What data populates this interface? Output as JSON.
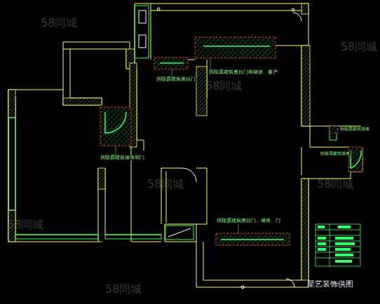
{
  "diagram": {
    "labels": [
      "拆除原建筑推拉门",
      "拆除原建筑推拉门和墙体、窗户",
      "拆除原建筑墙体和门",
      "拆除原建筑墙体",
      "拆除原建筑墙体",
      "拆除原建筑推拉门、墙体、门",
      "58同城",
      "58同城",
      "58同城",
      "58同城",
      "58同城",
      "58同城",
      "58同城",
      "星艺装饰供图"
    ]
  }
}
